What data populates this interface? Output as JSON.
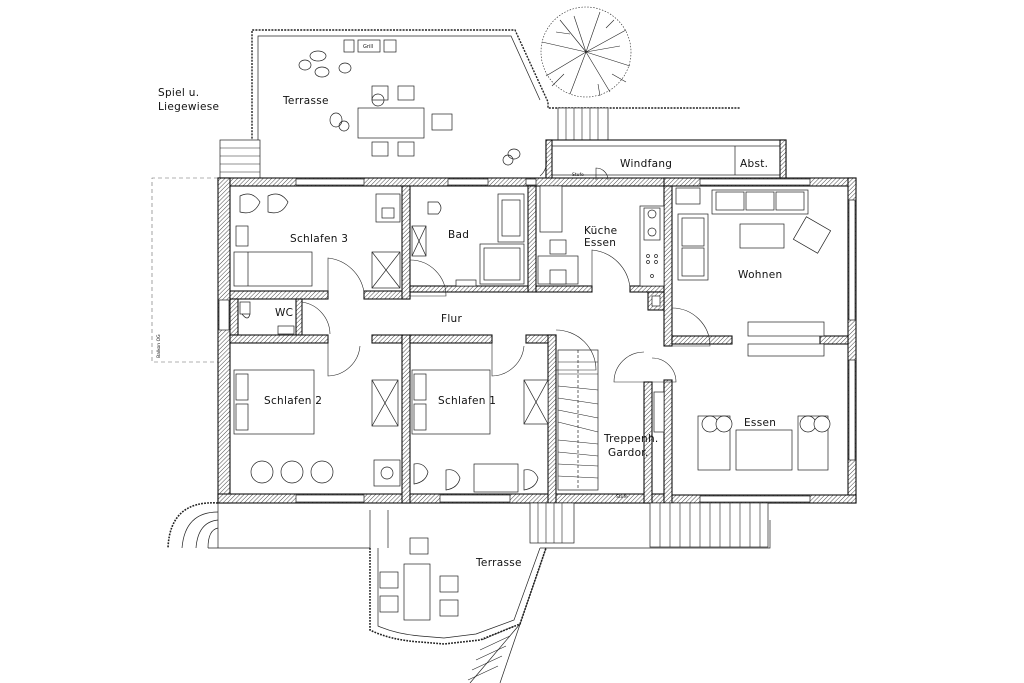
{
  "plan": {
    "rooms": {
      "spiel": "Spiel u.",
      "liegewiese": "Liegewiese",
      "terrasse_top": "Terrasse",
      "windfang": "Windfang",
      "abst": "Abst.",
      "schlafen3": "Schlafen 3",
      "bad": "Bad",
      "kueche": "Küche",
      "essen_kueche": "Essen",
      "wohnen": "Wohnen",
      "wc": "WC",
      "flur": "Flur",
      "schlafen2": "Schlafen 2",
      "schlafen1": "Schlafen 1",
      "treppenh": "Treppenh.",
      "gardor": "Gardor.",
      "essen": "Essen",
      "terrasse_bottom": "Terrasse"
    },
    "small_labels": {
      "grill": "Grill",
      "stufe_top": "Stufe",
      "stufe_bottom": "Stufe",
      "balkon": "Balkon OG"
    }
  }
}
